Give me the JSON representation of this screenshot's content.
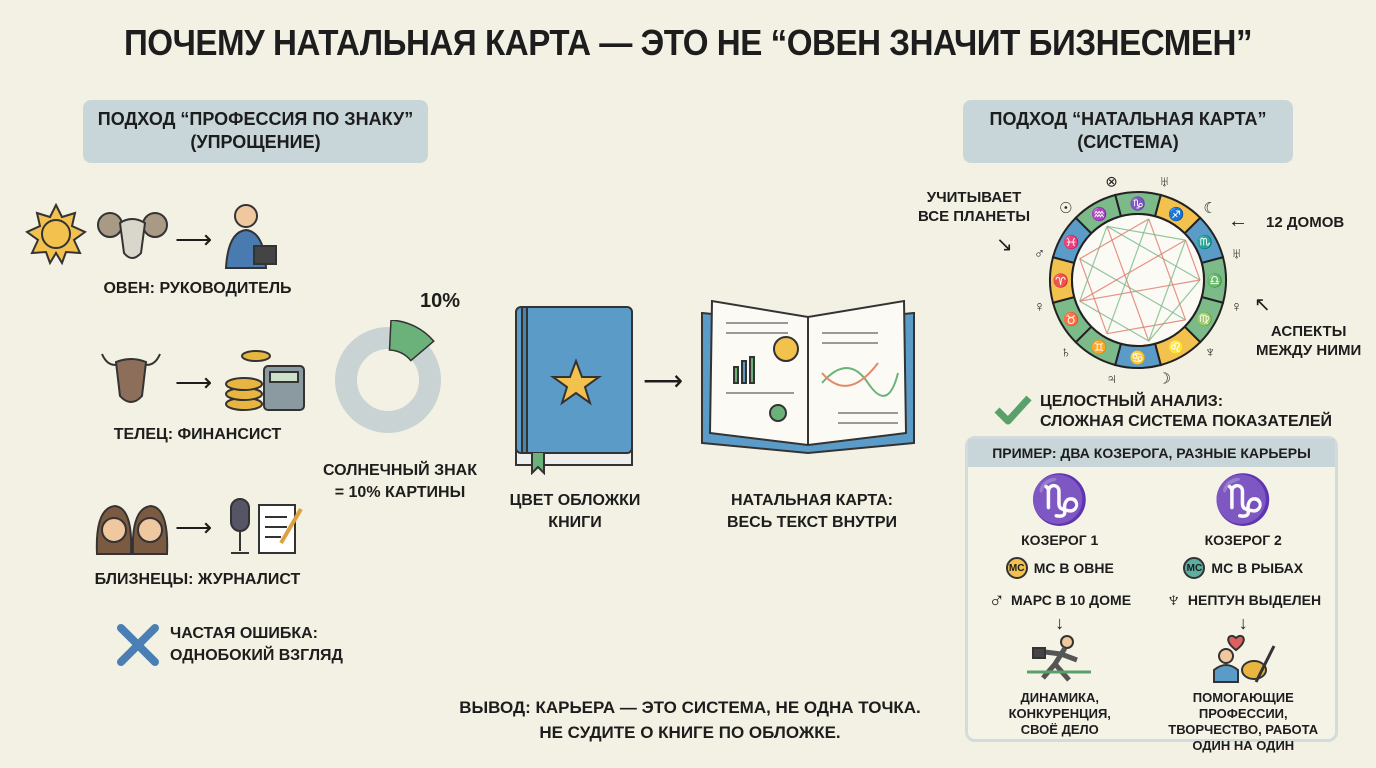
{
  "title": "ПОЧЕМУ НАТАЛЬНАЯ КАРТА — ЭТО НЕ “ОВЕН ЗНАЧИТ БИЗНЕСМЕН”",
  "left": {
    "heading_line1": "ПОДХОД “ПРОФЕССИЯ ПО ЗНАКУ”",
    "heading_line2": "(УПРОЩЕНИЕ)",
    "rows": [
      {
        "label": "ОВЕН: РУКОВОДИТЕЛЬ"
      },
      {
        "label": "ТЕЛЕЦ: ФИНАНСИСТ"
      },
      {
        "label": "БЛИЗНЕЦЫ: ЖУРНАЛИСТ"
      }
    ],
    "mistake_line1": "ЧАСТАЯ ОШИБКА:",
    "mistake_line2": "ОДНОБОКИЙ ВЗГЛЯД"
  },
  "middle": {
    "donut_percent": "10%",
    "donut_fraction": 0.1,
    "donut_label_line1": "СОЛНЕЧНЫЙ ЗНАК",
    "donut_label_line2": "= 10% КАРТИНЫ",
    "book_label_line1": "ЦВЕТ ОБЛОЖКИ",
    "book_label_line2": "КНИГИ",
    "open_book_label_line1": "НАТАЛЬНАЯ КАРТА:",
    "open_book_label_line2": "ВЕСЬ ТЕКСТ ВНУТРИ"
  },
  "right": {
    "heading_line1": "ПОДХОД “НАТАЛЬНАЯ КАРТА”",
    "heading_line2": "(СИСТЕМА)",
    "planets_line1": "УЧИТЫВАЕТ",
    "planets_line2": "ВСЕ ПЛАНЕТЫ",
    "houses": "12 ДОМОВ",
    "aspects_line1": "АСПЕКТЫ",
    "aspects_line2": "МЕЖДУ НИМИ",
    "zodiac": [
      "♑",
      "♐",
      "♏",
      "♎",
      "♍",
      "♌",
      "♋",
      "♊",
      "♉",
      "♈",
      "♓",
      "♒"
    ],
    "planets": [
      "⊗",
      "♅",
      "☾",
      "♅",
      "♀",
      "♆",
      "☽",
      "♃",
      "♄",
      "♀",
      "♂",
      "☉"
    ],
    "holistic_line1": "ЦЕЛОСТНЫЙ АНАЛИЗ:",
    "holistic_line2": "СЛОЖНАЯ СИСТЕМА ПОКАЗАТЕЛЕЙ"
  },
  "example": {
    "heading": "ПРИМЕР: ДВА КОЗЕРОГА, РАЗНЫЕ КАРЬЕРЫ",
    "cap1": {
      "name": "КОЗЕРОГ 1",
      "mc_badge": "MC",
      "mc": "MC В ОВНЕ",
      "planet_glyph": "♂",
      "planet": "МАРС В 10 ДОМЕ",
      "result_line1": "ДИНАМИКА,",
      "result_line2": "КОНКУРЕНЦИЯ,",
      "result_line3": "СВОЁ ДЕЛО"
    },
    "cap2": {
      "name": "КОЗЕРОГ 2",
      "mc_badge": "MC",
      "mc": "MC В РЫБАХ",
      "planet_glyph": "♆",
      "planet": "НЕПТУН ВЫДЕЛЕН",
      "result_line1": "ПОМОГАЮЩИЕ ПРОФЕССИИ,",
      "result_line2": "ТВОРЧЕСТВО, РАБОТА",
      "result_line3": "ОДИН НА ОДИН"
    }
  },
  "conclusion_line1": "ВЫВОД: КАРЬЕРА — ЭТО СИСТЕМА, НЕ ОДНА ТОЧКА.",
  "conclusion_line2": "НЕ СУДИТЕ О КНИГЕ ПО ОБЛОЖКЕ.",
  "colors": {
    "bg": "#f3f1e3",
    "label_box": "#c8d6da",
    "blue": "#5b9bc8",
    "green": "#7cba8a",
    "yellow": "#f2c14e",
    "grey": "#c9d3d4"
  }
}
